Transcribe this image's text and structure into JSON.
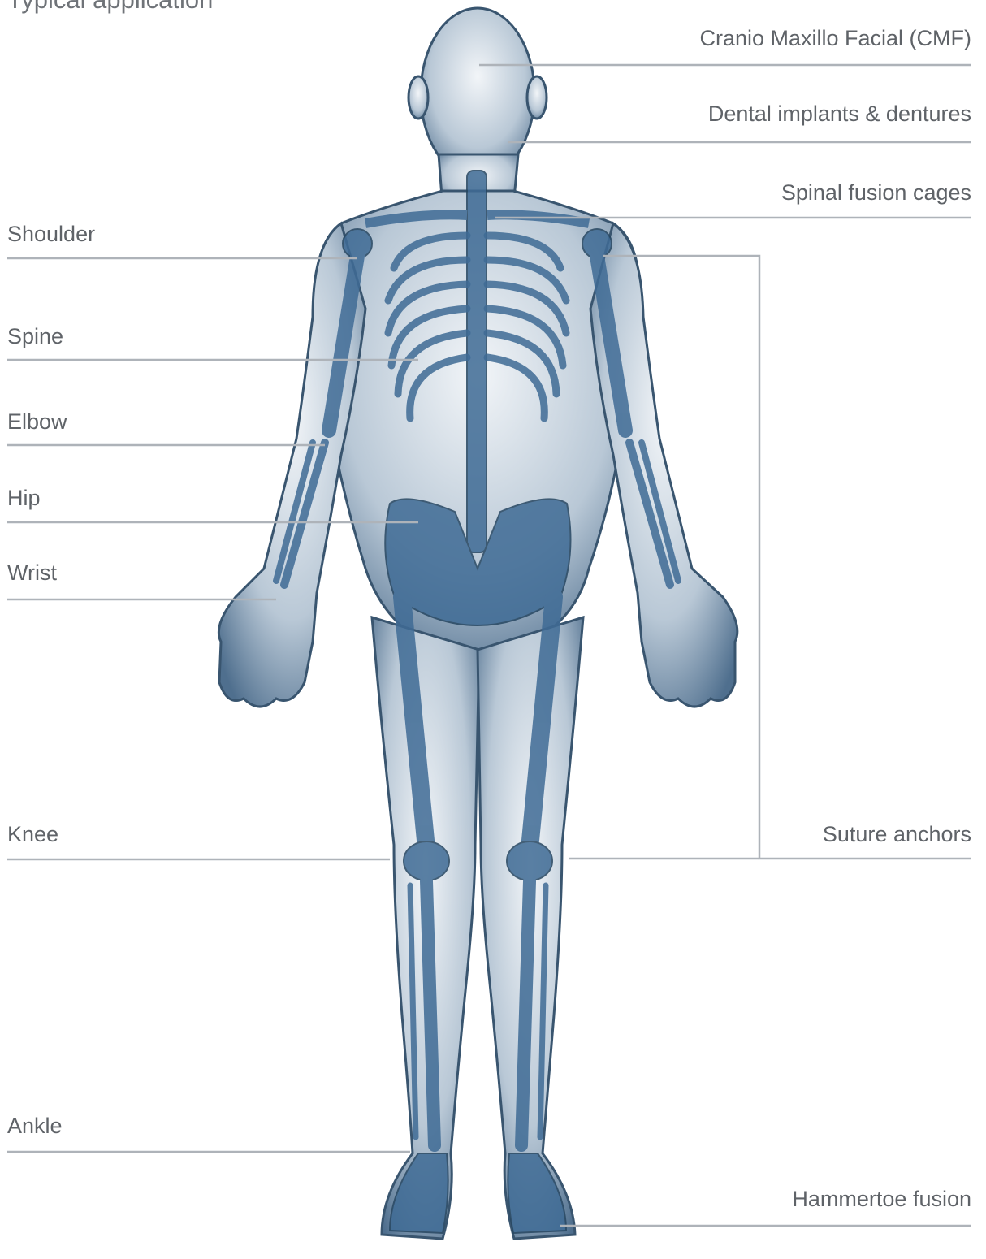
{
  "title": "Typical application",
  "colors": {
    "leader_line": "#aeb3b9",
    "label_text": "#5f6368",
    "body_fill": "#8fa7bd",
    "bone_fill": "#3d6a93"
  },
  "figure": {
    "icon": "human-skeleton-icon"
  },
  "callouts": {
    "left": {
      "shoulder": "Shoulder",
      "spine": "Spine",
      "elbow": "Elbow",
      "hip": "Hip",
      "wrist": "Wrist",
      "knee": "Knee",
      "ankle": "Ankle"
    },
    "right": {
      "cmf": "Cranio Maxillo Facial (CMF)",
      "dental": "Dental implants & dentures",
      "spinal": "Spinal fusion cages",
      "suture": "Suture anchors",
      "hammertoe": "Hammertoe fusion"
    }
  }
}
